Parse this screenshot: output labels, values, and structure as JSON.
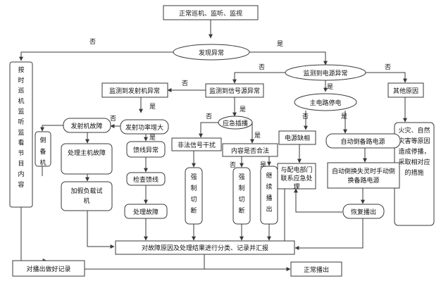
{
  "nodes": {
    "start": "正常巡机、监听、监视",
    "found": "发现异常",
    "no_found": "按时巡机监听监看节目内容",
    "log": "对播出做好记录",
    "power_abn": "监测到电源异常",
    "tx_abn": "监测到发射机异常",
    "sig_abn": "监测到信号源异常",
    "other": "其他原因",
    "disaster": "火灾、自然灾害等原因造成停播，采取相对应的措施",
    "main_off": "主电路停电",
    "phase_loss": "电源缺相",
    "contact_power": "与配电部门联系应急处理",
    "auto_switch": "自动倒备路电源",
    "manual_switch": "自动倒换失灵时手动倒换备路电源",
    "restore": "恢复播出",
    "emergency": "应急插播",
    "illegal": "非法信号干扰",
    "force_cut1": "强制切断",
    "content_legal": "内容是否合法",
    "force_cut2": "强制切断",
    "continue": "继续播出",
    "power_increase": "发射功率增大",
    "tx_fault": "发射机故障",
    "standby": "倒备机",
    "handle_host": "处理主机故障",
    "load_test": "加假负载试机",
    "feeder_abn": "馈线异常",
    "check_feeder": "检查馈线",
    "handle_fault": "处理故障",
    "summary": "对故障原因及处理结果进行分类、记录并汇报",
    "normal": "正常播出"
  },
  "labels": {
    "no": "否",
    "yes": "是"
  }
}
